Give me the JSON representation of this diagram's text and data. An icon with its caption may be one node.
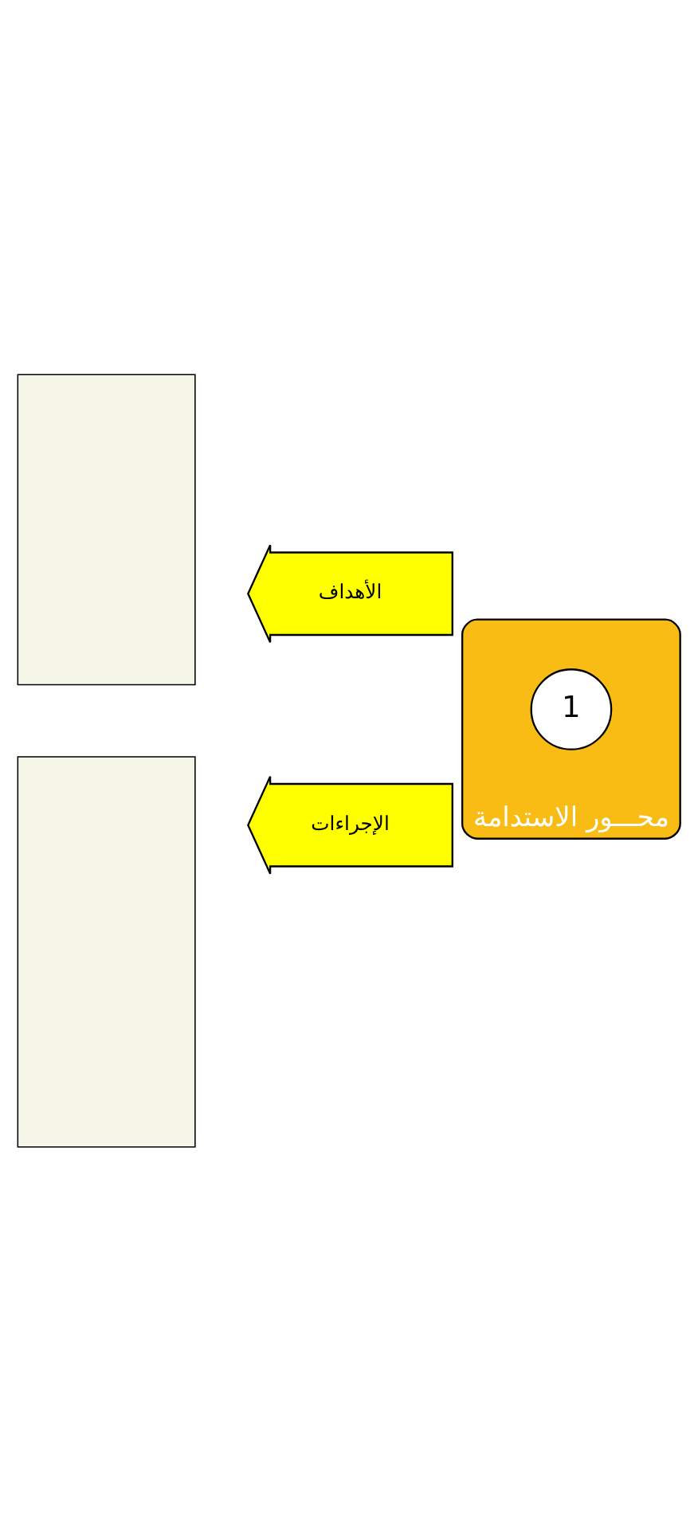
{
  "diagram": {
    "nodes": [
      {
        "text": [
          "محـــور الاستدامة"
        ]
      },
      {
        "text": [
          "1"
        ],
        "in": 0
      },
      {
        "text": [
          "الأهداف"
        ]
      },
      {
        "text": [],
        "shape": "box"
      },
      {
        "text": [
          "الإجراءات"
        ]
      },
      {
        "text": [],
        "shape": "box"
      }
    ]
  }
}
